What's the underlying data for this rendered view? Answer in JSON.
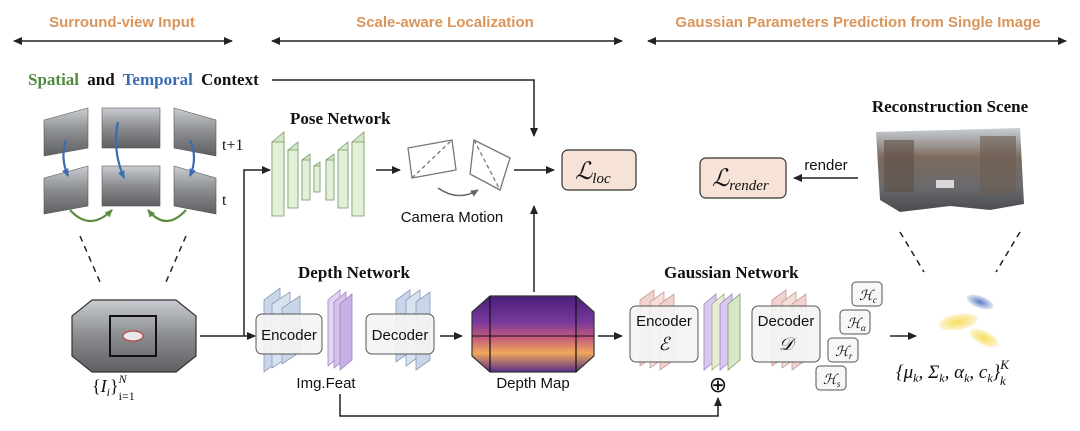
{
  "sections": {
    "input": "Surround-view Input",
    "localization": "Scale-aware Localization",
    "prediction": "Gaussian Parameters Prediction from Single Image"
  },
  "context": {
    "spatial": "Spatial",
    "and": "and",
    "temporal": "Temporal",
    "context": "Context"
  },
  "frames": {
    "t_next": "t+1",
    "t": "t"
  },
  "pose_network": {
    "title": "Pose Network",
    "camera_motion": "Camera Motion"
  },
  "losses": {
    "loc_main": "ℒ",
    "loc_sub": "loc",
    "render_main": "ℒ",
    "render_sub": "render"
  },
  "render_label": "render",
  "reconstruction": {
    "title": "Reconstruction Scene"
  },
  "depth_network": {
    "title": "Depth Network",
    "encoder": "Encoder",
    "decoder": "Decoder",
    "img_feat": "Img.Feat",
    "depth_map": "Depth Map"
  },
  "gaussian_network": {
    "title": "Gaussian Network",
    "encoder": "Encoder",
    "encoder_sym": "ℰ",
    "decoder": "Decoder",
    "decoder_sym": "𝒟",
    "heads": [
      {
        "main": "ℋ",
        "sub": "c"
      },
      {
        "main": "ℋ",
        "sub": "α"
      },
      {
        "main": "ℋ",
        "sub": "r"
      },
      {
        "main": "ℋ",
        "sub": "s"
      }
    ],
    "add_symbol": "⊕"
  },
  "input_set": {
    "open": "{",
    "var": "I",
    "var_sub": "i",
    "close": "}",
    "sub": "i=1",
    "sup": "N"
  },
  "output_set": {
    "text": "{μ",
    "k1": "k",
    "comma1": ", Σ",
    "k2": "k",
    "comma2": ", α",
    "k3": "k",
    "comma3": ", c",
    "k4": "k",
    "close": "}",
    "sub": "k",
    "sup": "K"
  },
  "colors": {
    "section_title": "#d9955b",
    "spatial": "#4f8a3c",
    "temporal": "#3b6cb3",
    "pose_blocks": "#d7e8c8",
    "loss_box": "#f6e2d6",
    "encoder_pink": "#f2d2cf",
    "feature_purple": "#d9c9ee",
    "depth_purple": "#5a2c8a",
    "depth_yellow": "#f0b75a",
    "gauss_yellow": "#f3d24a",
    "gauss_blue": "#6a85c9"
  }
}
